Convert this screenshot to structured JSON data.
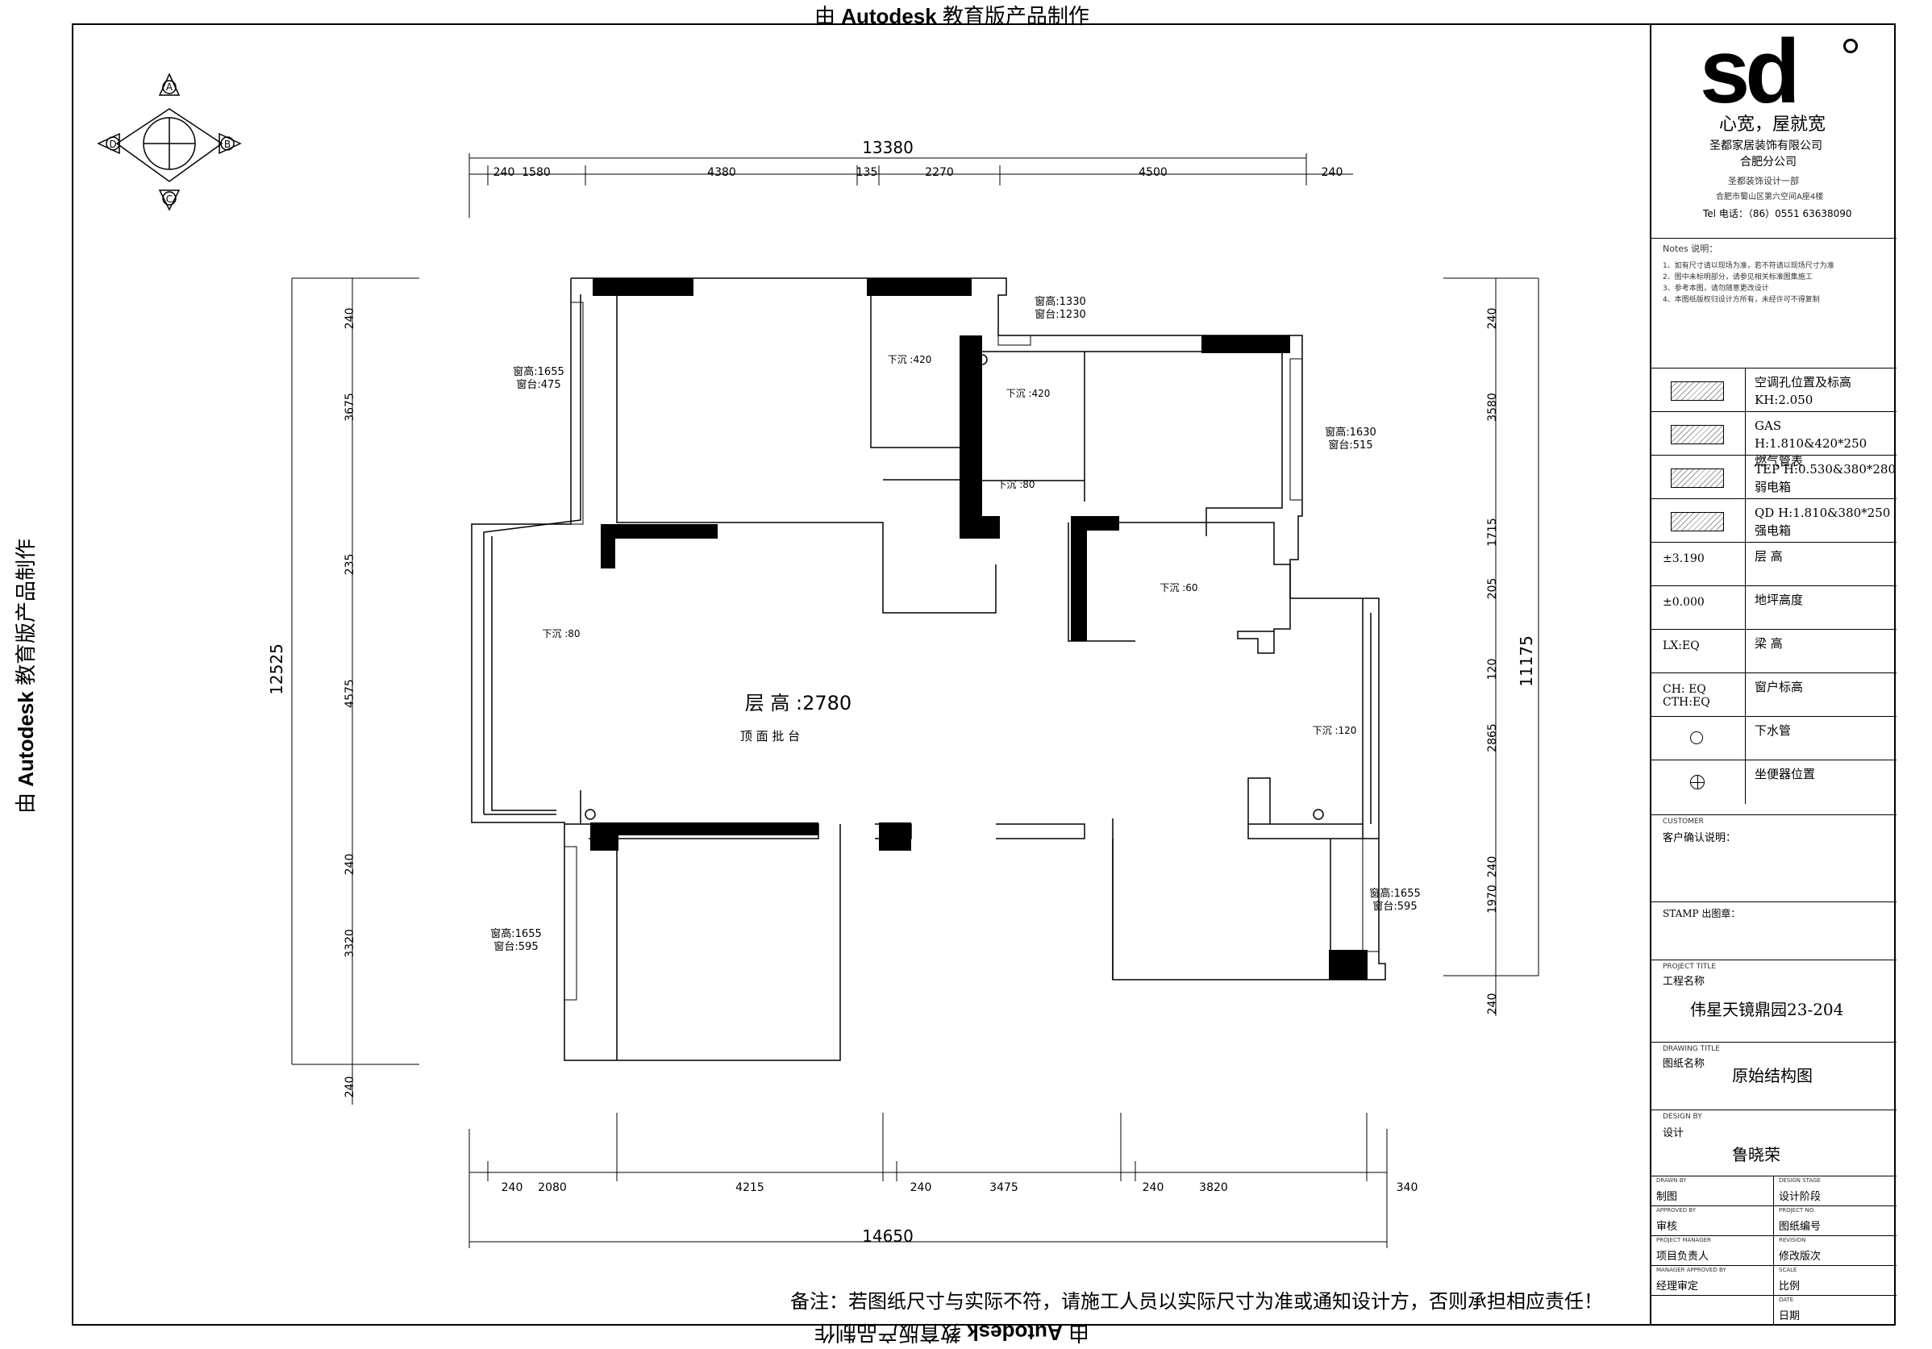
{
  "watermark": {
    "prefix": "由 ",
    "brand": "Autodesk",
    "suffix": " 教育版产品制作"
  },
  "titleblock": {
    "logo": "sd",
    "slogan": "心宽，屋就宽",
    "company": "圣都家居装饰有限公司",
    "branch": "合肥分公司",
    "dept": "圣都装饰设计一部",
    "address": "合肥市蜀山区第六空间A座4楼",
    "tel_label": "Tel 电话：",
    "tel": "（86）0551 63638090",
    "notes_title": "Notes 说明：",
    "notes": [
      "1、如有尺寸请以现场为准，若不符请以现场尺寸为准",
      "2、图中未标明部分，请参见相关标准图集施工",
      "3、参考本图，请勿随意更改设计",
      "4、本图纸版权归设计方所有，未经许可不得复制"
    ],
    "customer_title": "CUSTOMER",
    "customer_label": "客户确认说明：",
    "stamp_label": "STAMP 出图章：",
    "project_title": "PROJECT TITLE",
    "project_label": "工程名称",
    "project_name": "伟星天镜鼎园23-204",
    "drawing_title_en": "DRAWING TITLE",
    "drawing_label": "图纸名称",
    "drawing_name": "原始结构图",
    "design_en": "DESIGN BY",
    "design_label": "设计",
    "designer": "鲁晓荣",
    "grid": [
      {
        "en": "DRAWN BY",
        "cn": "制图"
      },
      {
        "en": "DESIGN STAGE",
        "cn": "设计阶段"
      },
      {
        "en": "APPROVED BY",
        "cn": "审核"
      },
      {
        "en": "PROJECT NO.",
        "cn": "图纸编号"
      },
      {
        "en": "PROJECT MANAGER",
        "cn": "项目负责人"
      },
      {
        "en": "REVISION",
        "cn": "修改版次"
      },
      {
        "en": "MANAGER APPROVED BY",
        "cn": "经理审定"
      },
      {
        "en": "SCALE",
        "cn": "比例"
      },
      {
        "en": "",
        "cn": ""
      },
      {
        "en": "DATE",
        "cn": "日期"
      }
    ]
  },
  "legend": [
    {
      "text1": "空调孔位置及标高",
      "text2": "KH:2.050"
    },
    {
      "text1": "GAS H:1.810&420*250",
      "text2": "燃气管表"
    },
    {
      "text1": "TEP H:0.530&380*280",
      "text2": "弱电箱"
    },
    {
      "text1": "QD H:1.810&380*250",
      "text2": "强电箱"
    },
    {
      "text1": "层 高",
      "text2": "",
      "sym": "±3.190"
    },
    {
      "text1": "地坪高度",
      "text2": "",
      "sym": "±0.000"
    },
    {
      "text1": "梁 高",
      "text2": "",
      "sym": "LX:EQ"
    },
    {
      "text1": "窗户标高",
      "text2": "",
      "sym": "CH: EQ\nCTH:EQ"
    },
    {
      "text1": "下水管",
      "text2": ""
    },
    {
      "text1": "坐便器位置",
      "text2": ""
    }
  ],
  "plan": {
    "floor_height_label": "层 高 :",
    "floor_height_value": "2780",
    "floor_note": "顶 面 批 台",
    "top_total": "13380",
    "bottom_total": "14650",
    "left_total": "12525",
    "right_total": "11175",
    "top_dims": [
      "240",
      "1580",
      "4380",
      "135",
      "2270",
      "4500",
      "240"
    ],
    "bottom_dims": [
      "240",
      "2080",
      "4215",
      "240",
      "3475",
      "240",
      "3820",
      "340"
    ],
    "left_dims": [
      "240",
      "3675",
      "235",
      "4575",
      "240",
      "3320",
      "240"
    ],
    "right_dims": [
      "240",
      "3580",
      "1715",
      "205",
      "120",
      "2865",
      "240",
      "1970",
      "240"
    ],
    "beams": [
      "下沉 :420",
      "下沉 :420",
      "下沉 :80",
      "下沉 :80",
      "下沉 :60",
      "下沉 :120"
    ],
    "windows": [
      {
        "h1": "窗高:1655",
        "h2": "窗台:475"
      },
      {
        "h1": "窗高:1330",
        "h2": "窗台:1230"
      },
      {
        "h1": "窗高:1630",
        "h2": "窗台:515"
      },
      {
        "h1": "窗高:1655",
        "h2": "窗台:595"
      },
      {
        "h1": "窗高:1655",
        "h2": "窗台:595"
      }
    ],
    "compass": [
      "A",
      "B",
      "C",
      "D"
    ]
  },
  "bottom_note": "备注：若图纸尺寸与实际不符，请施工人员以实际尺寸为准或通知设计方，否则承担相应责任！"
}
